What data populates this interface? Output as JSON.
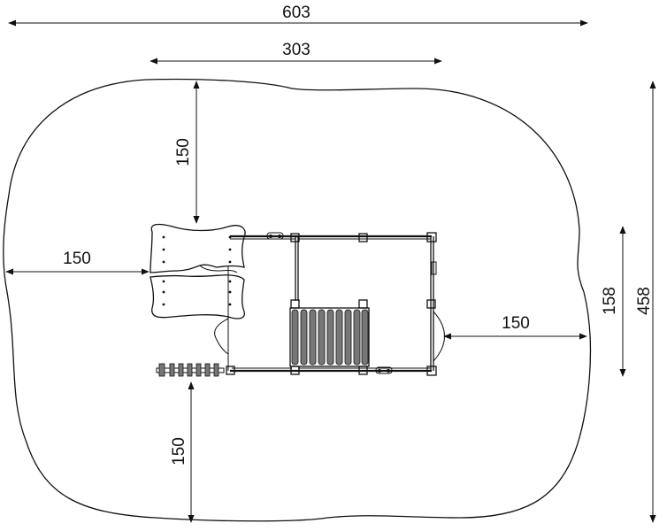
{
  "dimensions": {
    "overall_width": "603",
    "structure_width": "303",
    "top_clearance": "150",
    "left_clearance": "150",
    "right_clearance": "150",
    "bottom_clearance": "150",
    "structure_depth": "158",
    "overall_depth": "458"
  },
  "colors": {
    "line": "#111111",
    "background": "#ffffff",
    "ramp_fill": "#777777"
  }
}
